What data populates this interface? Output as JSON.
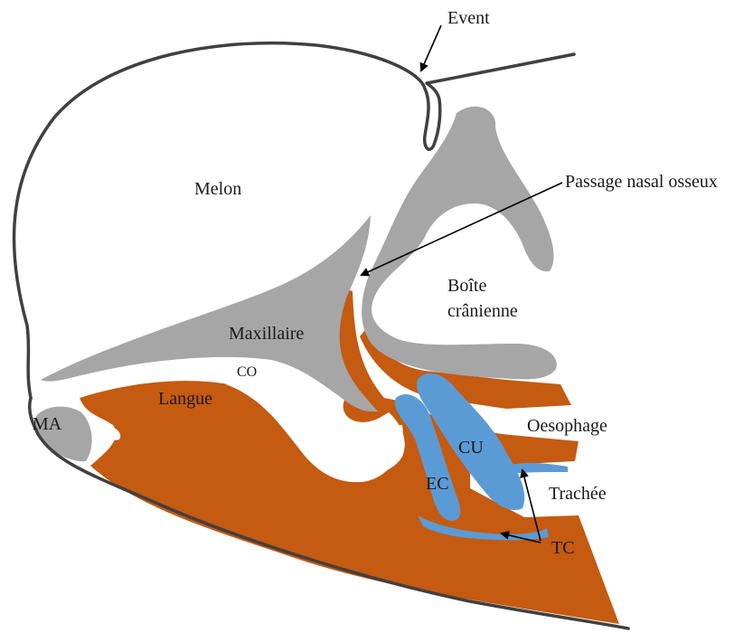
{
  "colors": {
    "bone": "#a6a6a6",
    "tissue": "#c55a11",
    "cartilage": "#5b9bd5",
    "outline": "#404040",
    "background": "#ffffff"
  },
  "labels": {
    "event": "Event",
    "melon": "Melon",
    "passage_nasal": "Passage nasal osseux",
    "boite_line1": "Boîte",
    "boite_line2": "crânienne",
    "maxillaire": "Maxillaire",
    "co": "CO",
    "langue": "Langue",
    "ma": "MA",
    "oesophage": "Oesophage",
    "cu": "CU",
    "ec": "EC",
    "trachee": "Trachée",
    "tc": "TC"
  }
}
